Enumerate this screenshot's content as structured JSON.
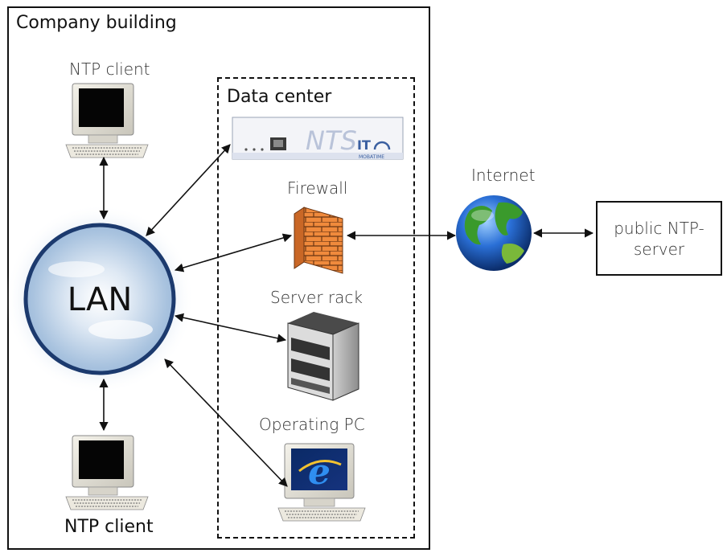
{
  "labels": {
    "company_building": "Company building",
    "data_center": "Data center",
    "ntp_client_top": "NTP client",
    "ntp_client_bottom": "NTP client",
    "firewall": "Firewall",
    "server_rack": "Server rack",
    "operating_pc": "Operating PC",
    "internet": "Internet",
    "lan": "LAN",
    "public_ntp_line1": "public NTP-",
    "public_ntp_line2": "server"
  },
  "device": {
    "brand_text": "NTS",
    "brand_sub": "IT",
    "brand_name": "MOBATIME"
  },
  "icons": [
    "ntp-client-computer-icon",
    "ntp-server-appliance-icon",
    "firewall-brick-wall-icon",
    "server-rack-icon",
    "operating-pc-icon",
    "internet-globe-icon",
    "lan-cloud-icon"
  ],
  "colors": {
    "lan_ring": "#1c3a6e",
    "firewall_brick": "#f08a3c",
    "globe_ocean": "#2a6fd6",
    "globe_land": "#3a9a2c"
  }
}
